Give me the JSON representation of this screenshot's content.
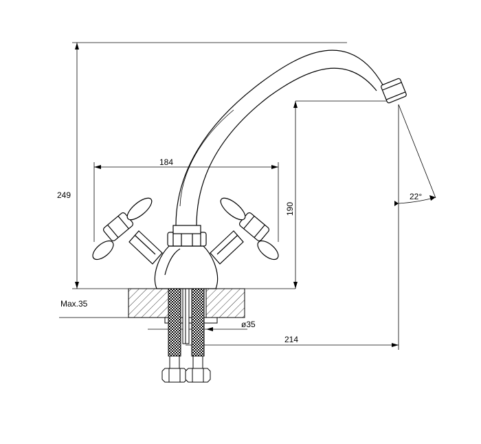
{
  "dimensions": {
    "height_total": "249",
    "handle_span": "184",
    "spout_height": "190",
    "spout_angle": "22°",
    "max_counter": "Max.35",
    "hole_diameter": "ø35",
    "spout_reach": "214"
  },
  "colors": {
    "line": "#000000",
    "background": "#ffffff"
  }
}
